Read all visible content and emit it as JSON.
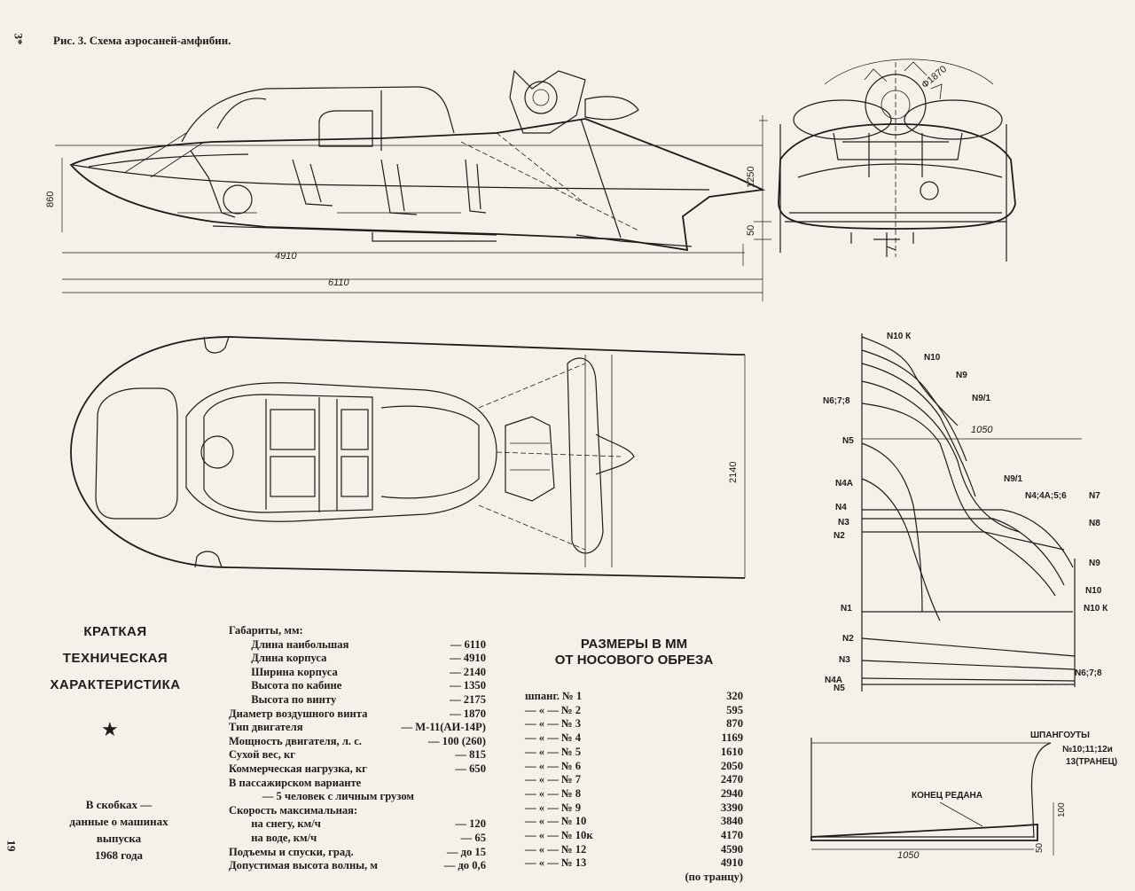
{
  "corner_mark": "3*",
  "page_number": "19",
  "caption": "Рис. 3. Схема аэросаней-амфибии.",
  "drawing_labels": {
    "dim_4910": "4910",
    "dim_6110": "6110",
    "dim_860": "860",
    "dim_1250": "1250",
    "dim_50_side": "50",
    "dim_2140": "2140",
    "prop_diameter": "Ф1870",
    "dim_1050_sections": "1050",
    "dim_1050_keel": "1050",
    "dim_100": "100",
    "dim_50_keel": "50",
    "step_end": "КОНЕЦ РЕДАНА",
    "frames_title": "ШПАНГОУТЫ",
    "frames_nums": "№10;11;12и",
    "frames_transom": "13(ТРАНЕЦ)",
    "left_markers": [
      "N6;7;8",
      "N5",
      "N4А",
      "N4",
      "N3",
      "N2",
      "N1",
      "N2",
      "N3",
      "N4А",
      "N5"
    ],
    "right_markers": [
      "N10 К",
      "N10",
      "N9",
      "N9/1",
      "N9/1",
      "N4;4А;5;6",
      "N7",
      "N8",
      "N9",
      "N10",
      "N10 К",
      "N6;7;8"
    ]
  },
  "summary": {
    "heading_line1": "КРАТКАЯ",
    "heading_line2": "ТЕХНИЧЕСКАЯ",
    "heading_line3": "ХАРАКТЕРИСТИКА",
    "star": "★",
    "note_line1": "В скобках —",
    "note_line2": "данные о машинах",
    "note_line3": "выпуска",
    "note_line4": "1968 года"
  },
  "specs": [
    {
      "label": "Габариты, мм:",
      "value": ""
    },
    {
      "label": "        Длина наибольшая",
      "value": "— 6110"
    },
    {
      "label": "        Длина корпуса",
      "value": "— 4910"
    },
    {
      "label": "        Ширина корпуса",
      "value": "— 2140"
    },
    {
      "label": "        Высота по кабине",
      "value": "— 1350"
    },
    {
      "label": "        Высота по винту",
      "value": "— 2175"
    },
    {
      "label": "Диаметр воздушного винта",
      "value": "— 1870"
    },
    {
      "label": "Тип двигателя",
      "value": "— М-11(АИ-14Р)"
    },
    {
      "label": "Мощность двигателя, л. с.",
      "value": "— 100 (260)"
    },
    {
      "label": "Сухой вес, кг",
      "value": "— 815"
    },
    {
      "label": "Коммерческая нагрузка, кг",
      "value": "— 650"
    },
    {
      "label": "В пассажирском варианте",
      "value": ""
    },
    {
      "label": "            — 5 человек с личным грузом",
      "value": ""
    },
    {
      "label": "Скорость максимальная:",
      "value": ""
    },
    {
      "label": "        на снегу, км/ч",
      "value": "— 120"
    },
    {
      "label": "        на воде, км/ч",
      "value": "— 65"
    },
    {
      "label": "Подъемы и спуски, град.",
      "value": "— до 15"
    },
    {
      "label": "Допустимая высота волны, м",
      "value": "— до 0,6"
    }
  ],
  "frames_table": {
    "heading_line1": "РАЗМЕРЫ В ММ",
    "heading_line2": "ОТ НОСОВОГО ОБРЕЗА",
    "rows": [
      {
        "frame": "шпанг. № 1",
        "value": "320"
      },
      {
        "frame": "— « — № 2",
        "value": "595"
      },
      {
        "frame": "— « — № 3",
        "value": "870"
      },
      {
        "frame": "— « — № 4",
        "value": "1169"
      },
      {
        "frame": "— « — № 5",
        "value": "1610"
      },
      {
        "frame": "— « — № 6",
        "value": "2050"
      },
      {
        "frame": "— « — № 7",
        "value": "2470"
      },
      {
        "frame": "— « — № 8",
        "value": "2940"
      },
      {
        "frame": "— « — № 9",
        "value": "3390"
      },
      {
        "frame": "— « — № 10",
        "value": "3840"
      },
      {
        "frame": "— « — № 10к",
        "value": "4170"
      },
      {
        "frame": "— « — № 12",
        "value": "4590"
      },
      {
        "frame": "— « — № 13",
        "value": "4910"
      }
    ],
    "footnote": "(по транцу)"
  }
}
